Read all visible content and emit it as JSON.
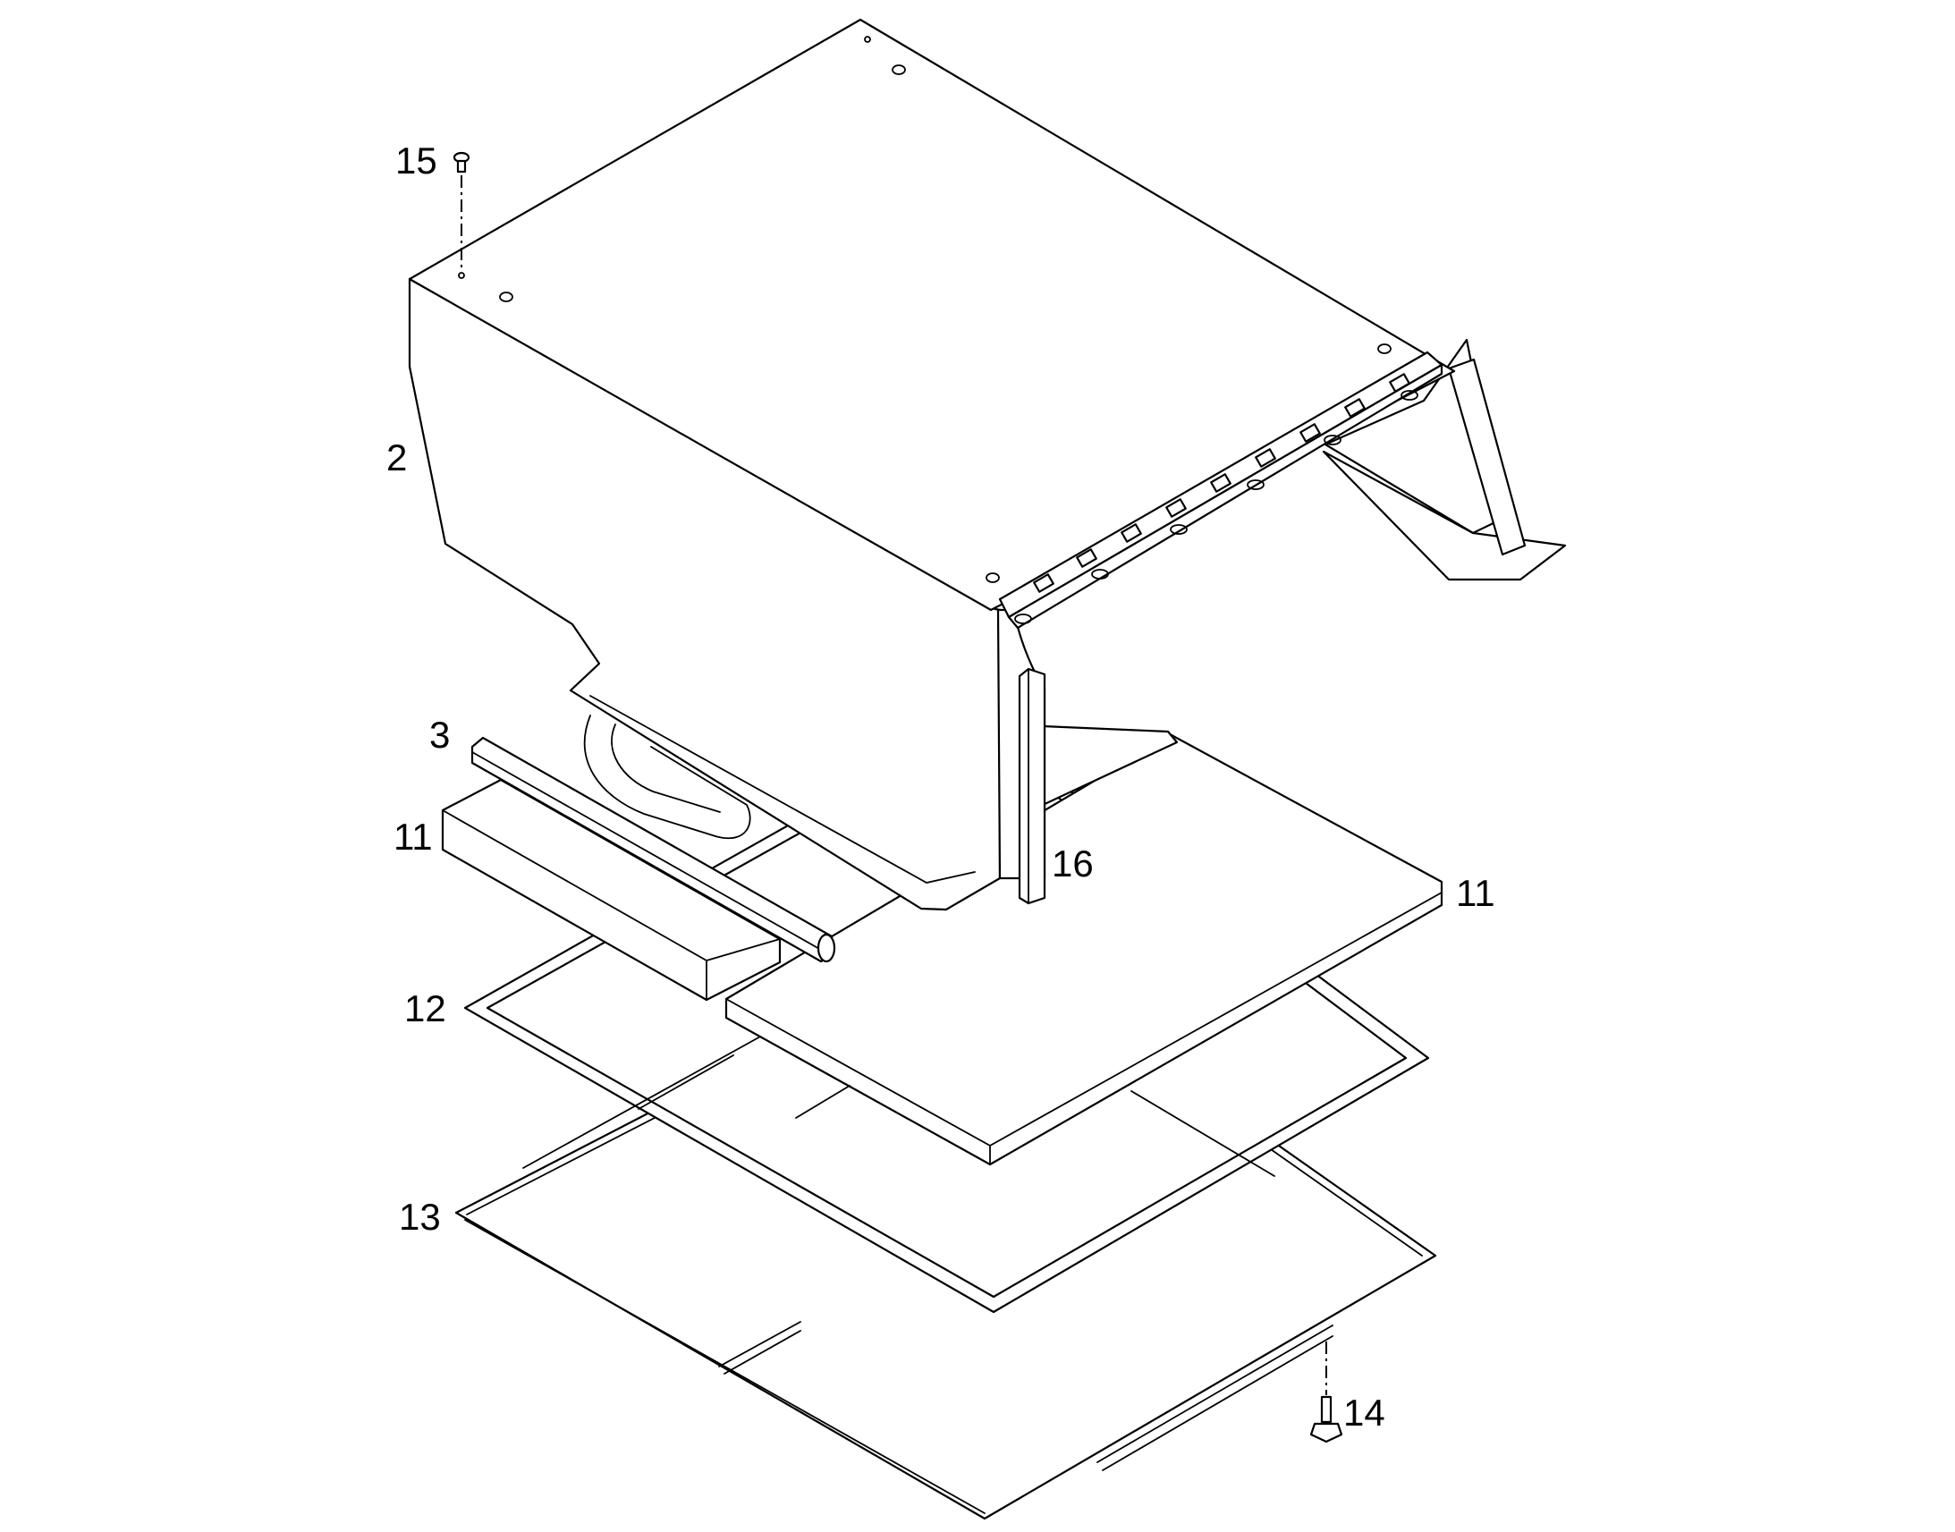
{
  "callouts": [
    {
      "id": "15",
      "label": "15"
    },
    {
      "id": "2",
      "label": "2"
    },
    {
      "id": "3",
      "label": "3"
    },
    {
      "id": "11a",
      "label": "11"
    },
    {
      "id": "16",
      "label": "16"
    },
    {
      "id": "11b",
      "label": "11"
    },
    {
      "id": "12",
      "label": "12"
    },
    {
      "id": "13",
      "label": "13"
    },
    {
      "id": "14",
      "label": "14"
    }
  ],
  "colors": {
    "line": "#000000",
    "background": "#ffffff"
  }
}
